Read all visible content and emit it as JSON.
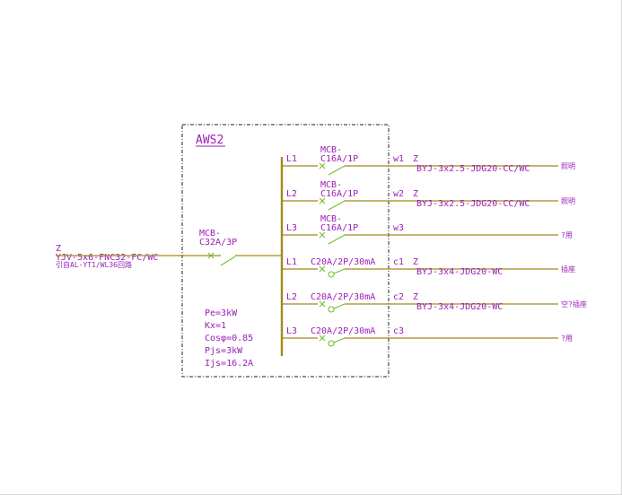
{
  "panel": {
    "name": "AWS2"
  },
  "incoming": {
    "lines": [
      "Z",
      "YJV-5x6-FNC32-FC/WC",
      "引自AL-YT1/WL36回路"
    ],
    "breaker": [
      "MCB-",
      "C32A/3P"
    ]
  },
  "params": [
    "Pe=3kW",
    "Kx=1",
    "Cosφ=0.85",
    "Pjs=3kW",
    "Ijs=16.2A"
  ],
  "circuits": [
    {
      "phase": "L1",
      "breaker": [
        "MCB-",
        "C16A/1P"
      ],
      "rcd": false,
      "id": "w1",
      "z": "Z",
      "cable": "BYJ-3x2.5-JDG20-CC/WC",
      "use": "照明"
    },
    {
      "phase": "L2",
      "breaker": [
        "MCB-",
        "C16A/1P"
      ],
      "rcd": false,
      "id": "w2",
      "z": "Z",
      "cable": "BYJ-3x2.5-JDG20-CC/WC",
      "use": "照明"
    },
    {
      "phase": "L3",
      "breaker": [
        "MCB-",
        "C16A/1P"
      ],
      "rcd": false,
      "id": "w3",
      "z": "",
      "cable": "",
      "use": "?用"
    },
    {
      "phase": "L1",
      "breaker": [
        "C20A/2P/30mA"
      ],
      "rcd": true,
      "id": "c1",
      "z": "Z",
      "cable": "BYJ-3x4-JDG20-WC",
      "use": "插座"
    },
    {
      "phase": "L2",
      "breaker": [
        "C20A/2P/30mA"
      ],
      "rcd": true,
      "id": "c2",
      "z": "Z",
      "cable": "BYJ-3x4-JDG20-WC",
      "use": "空?插座"
    },
    {
      "phase": "L3",
      "breaker": [
        "C20A/2P/30mA"
      ],
      "rcd": true,
      "id": "c3",
      "z": "",
      "cable": "",
      "use": "?用"
    }
  ]
}
